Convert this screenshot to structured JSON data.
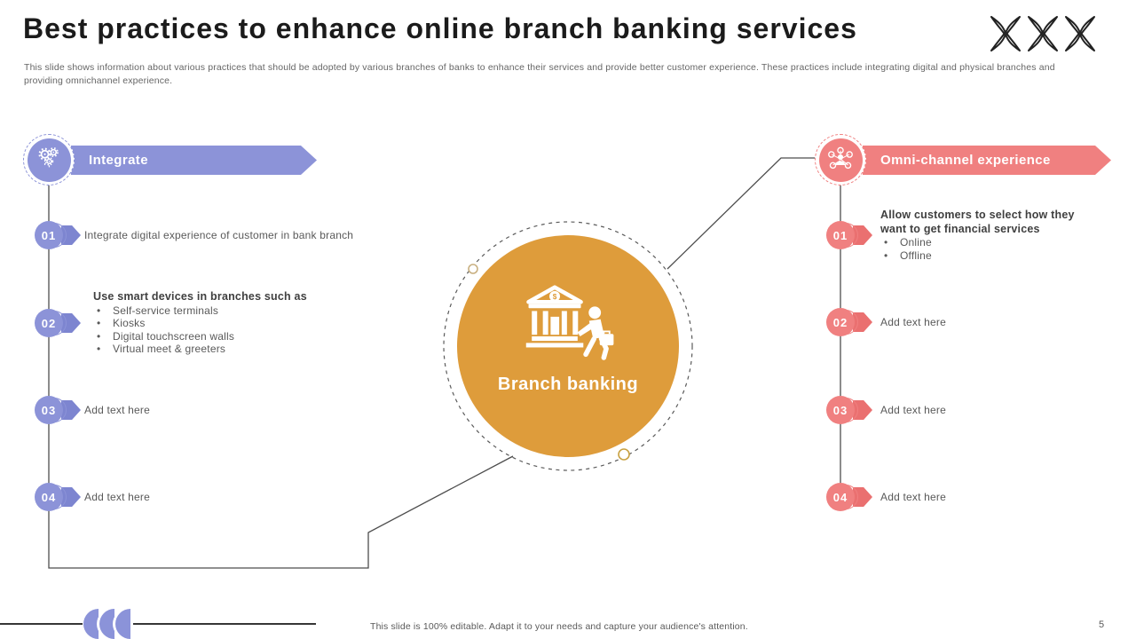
{
  "slide": {
    "title": "Best practices to enhance online branch banking services",
    "subtitle": "This slide shows information about various practices that should be adopted by various branches of banks to enhance their services and provide better customer experience. These practices include integrating digital and physical branches and providing omnichannel experience.",
    "footer_note": "This slide is 100% editable.  Adapt it to your needs and capture your audience's attention.",
    "page_number": "5"
  },
  "center": {
    "label": "Branch banking",
    "icon": "bank-building-person-icon",
    "color": "#DE9C3B"
  },
  "left": {
    "header": "Integrate",
    "icon": "gears-icon",
    "accent": "#8C93D8",
    "items": [
      {
        "number": "01",
        "text": "Integrate digital experience of customer in bank branch"
      },
      {
        "number": "02",
        "heading": "Use smart devices in branches such as",
        "bullets": [
          "Self-service terminals",
          "Kiosks",
          "Digital touchscreen walls",
          "Virtual meet & greeters"
        ]
      },
      {
        "number": "03",
        "text": "Add text here"
      },
      {
        "number": "04",
        "text": "Add text here"
      }
    ]
  },
  "right": {
    "header": "Omni-channel experience",
    "icon": "omnichannel-icon",
    "accent": "#F08080",
    "items": [
      {
        "number": "01",
        "heading": "Allow customers  to select how they want to get financial services",
        "bullets": [
          "Online",
          "Offline"
        ]
      },
      {
        "number": "02",
        "text": "Add text here"
      },
      {
        "number": "03",
        "text": "Add text here"
      },
      {
        "number": "04",
        "text": "Add text here"
      }
    ]
  },
  "bullet_glyph": "•",
  "colors": {
    "purple": "#8C93D8",
    "pink": "#F08080",
    "orange": "#DE9C3B",
    "connector": "#4d4d4d",
    "heading_text": "#404040",
    "body_text": "#595959"
  }
}
